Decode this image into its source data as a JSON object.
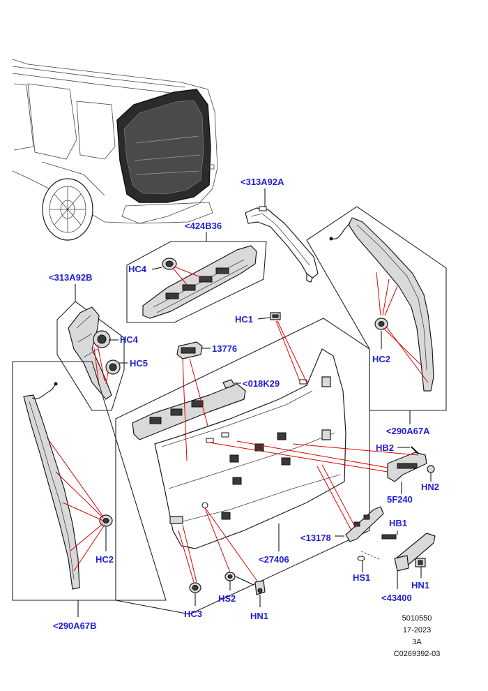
{
  "callouts": {
    "c313A92A": "<313A92A",
    "c424B36": "<424B36",
    "c313A92B": "<313A92B",
    "c290A67A": "<290A67A",
    "c290A67B": "<290A67B",
    "c018K29": "<018K29",
    "c13178": "<13178",
    "c27406": "<27406",
    "c43400": "<43400",
    "n13776": "13776",
    "n5F240": "5F240",
    "HC1": "HC1",
    "HC2a": "HC2",
    "HC2b": "HC2",
    "HC3": "HC3",
    "HC4a": "HC4",
    "HC4b": "HC4",
    "HC5": "HC5",
    "HB1": "HB1",
    "HB2": "HB2",
    "HN1a": "HN1",
    "HN1b": "HN1",
    "HN2": "HN2",
    "HS1": "HS1",
    "HS2": "HS2"
  },
  "meta": {
    "line1": "5010550",
    "line2": "17-2023",
    "line3": "3A",
    "line4": "C0269392-03"
  },
  "colors": {
    "callout": "#1f1fd6",
    "leader_red": "#e00000",
    "line": "#1a1a1a"
  }
}
